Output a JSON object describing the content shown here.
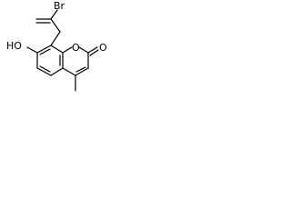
{
  "molecule": {
    "atoms": {
      "br": "Br",
      "hydroxyl": "HO",
      "ring_oxygen": "O",
      "carbonyl_oxygen": "O"
    }
  }
}
